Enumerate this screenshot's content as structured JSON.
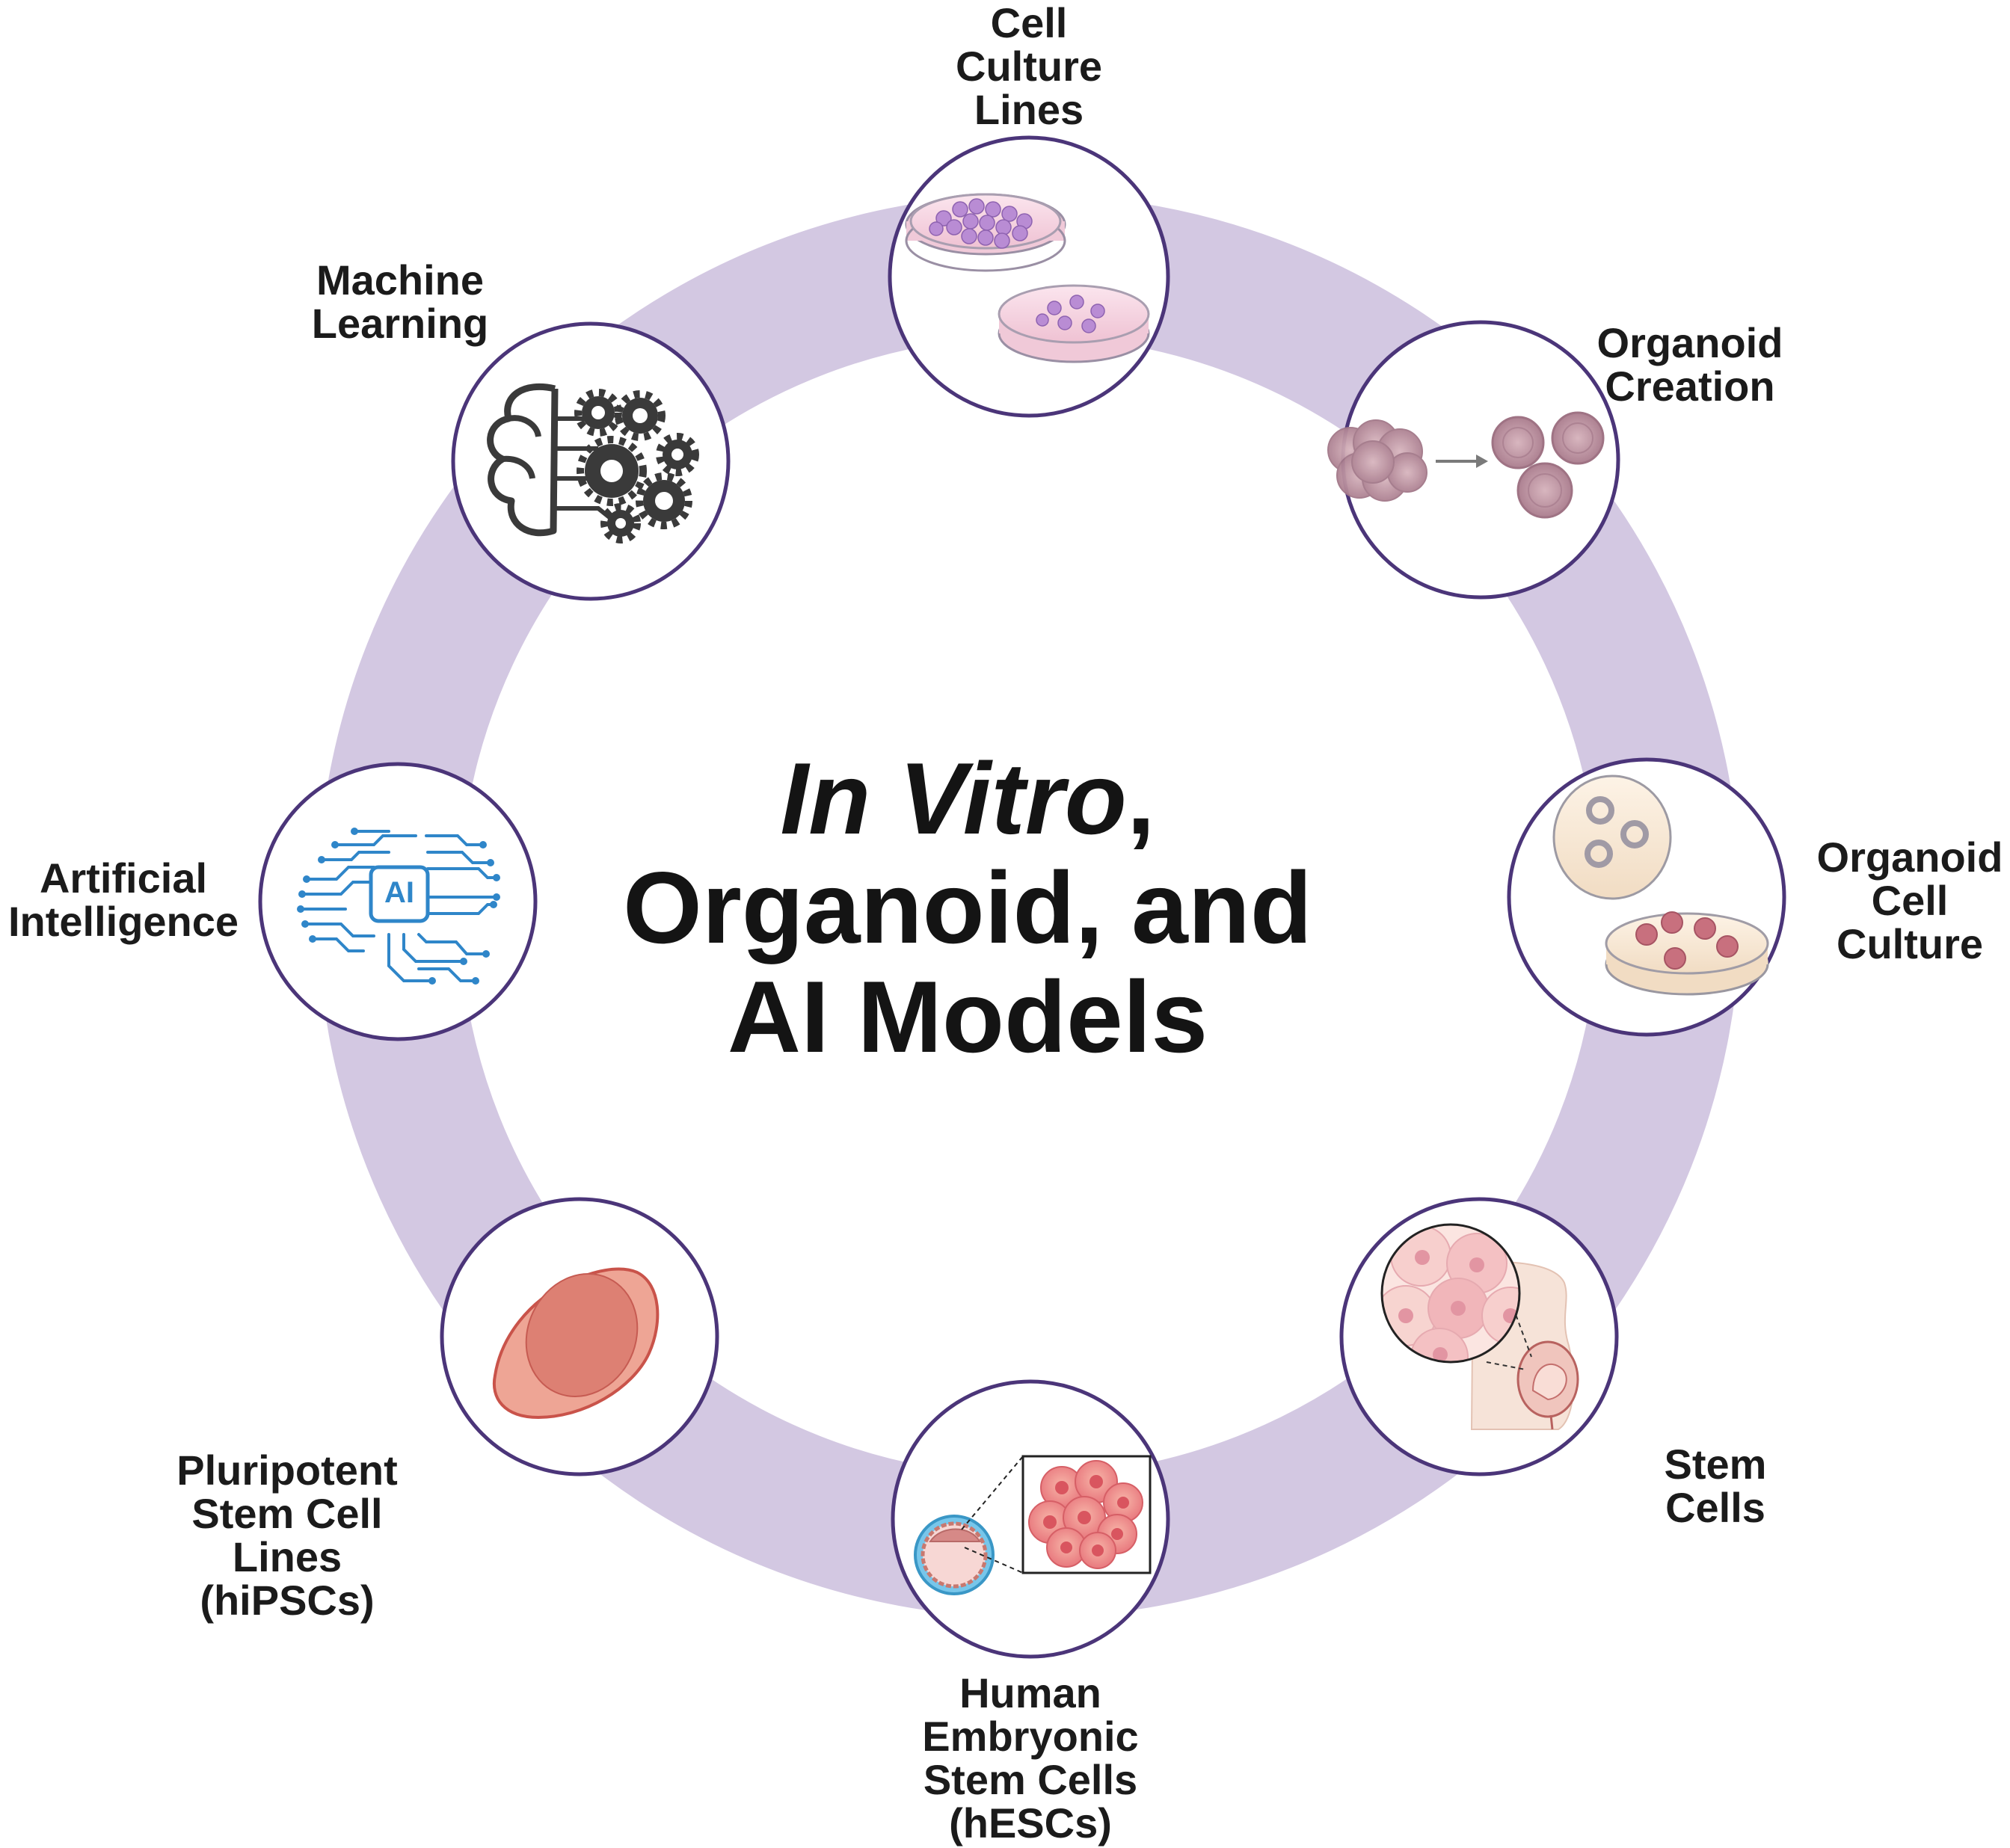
{
  "center_title": {
    "line1_italic": "In Vitro",
    "line1_suffix": ",",
    "line2": "Organoid, and",
    "line3": "AI Models"
  },
  "nodes": [
    {
      "id": "cell-culture-lines",
      "label_lines": [
        "Cell",
        "Culture",
        "Lines"
      ],
      "icon": "petri-dish-icon"
    },
    {
      "id": "organoid-creation",
      "label_lines": [
        "Organoid",
        "Creation"
      ],
      "icon": "organoid-formation-icon"
    },
    {
      "id": "organoid-cell-culture",
      "label_lines": [
        "Organoid",
        "Cell",
        "Culture"
      ],
      "icon": "organoid-dish-icon"
    },
    {
      "id": "stem-cells",
      "label_lines": [
        "Stem",
        "Cells"
      ],
      "icon": "fetus-stem-cell-icon"
    },
    {
      "id": "human-embryonic-stem-cells",
      "label_lines": [
        "Human",
        "Embryonic",
        "Stem Cells",
        "(hESCs)"
      ],
      "icon": "blastocyst-icon"
    },
    {
      "id": "pluripotent-stem-cell-lines",
      "label_lines": [
        "Pluripotent",
        "Stem Cell",
        "Lines",
        "(hiPSCs)"
      ],
      "icon": "single-cell-icon"
    },
    {
      "id": "artificial-intelligence",
      "label_lines": [
        "Artificial",
        "Intelligence"
      ],
      "icon": "ai-brain-icon"
    },
    {
      "id": "machine-learning",
      "label_lines": [
        "Machine",
        "Learning"
      ],
      "icon": "brain-gears-icon"
    }
  ],
  "colors": {
    "ring": "#d3c8e2",
    "node_border": "#4b3579",
    "text": "#1b1b1b",
    "ai_blue": "#2f86c9",
    "cell_red": "#e7927b",
    "organoid_mauve": "#b98e9e"
  }
}
